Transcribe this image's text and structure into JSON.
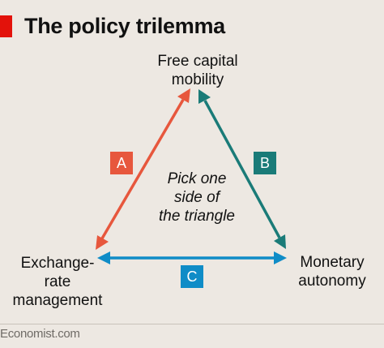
{
  "title": "The policy trilemma",
  "nodes": {
    "top_line1": "Free capital",
    "top_line2": "mobility",
    "left_line1": "Exchange-",
    "left_line2": "rate",
    "left_line3": "management",
    "right_line1": "Monetary",
    "right_line2": "autonomy"
  },
  "center_text": {
    "line1": "Pick one",
    "line2": "side of",
    "line3": "the triangle"
  },
  "sides": {
    "a": {
      "label": "A",
      "color": "#e7573d"
    },
    "b": {
      "label": "B",
      "color": "#1a7b78"
    },
    "c": {
      "label": "C",
      "color": "#0f8cc7"
    }
  },
  "brand_color": "#e3120b",
  "source": "Economist.com"
}
